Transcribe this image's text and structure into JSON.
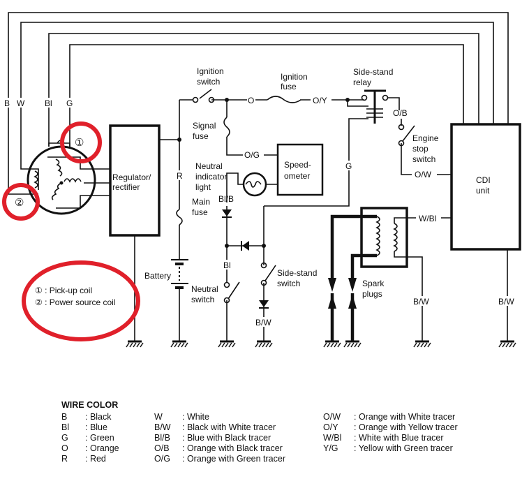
{
  "diagram": {
    "wires_top": [
      "B",
      "W",
      "Bl",
      "G"
    ],
    "labels": {
      "ignition_switch": [
        "Ignition",
        "switch"
      ],
      "ignition_fuse": [
        "Ignition",
        "fuse"
      ],
      "side_stand_relay": [
        "Side-stand",
        "relay"
      ],
      "signal_fuse": [
        "Signal",
        "fuse"
      ],
      "regulator": [
        "Regulator/",
        "rectifier"
      ],
      "neutral_indicator": [
        "Neutral",
        "indicator",
        "light"
      ],
      "speedometer": [
        "Speed-",
        "ometer"
      ],
      "engine_stop": [
        "Engine",
        "stop",
        "switch"
      ],
      "cdi": [
        "CDI",
        "unit"
      ],
      "main_fuse": [
        "Main",
        "fuse"
      ],
      "battery": "Battery",
      "neutral_switch": [
        "Neutral",
        "switch"
      ],
      "side_stand_switch": [
        "Side-stand",
        "switch"
      ],
      "spark_plugs": [
        "Spark",
        "plugs"
      ],
      "wire_O": "O",
      "wire_OY": "O/Y",
      "wire_OB": "O/B",
      "wire_OG": "O/G",
      "wire_OW": "O/W",
      "wire_R": "R",
      "wire_G": "G",
      "wire_BlB": "Bl/B",
      "wire_Bl": "Bl",
      "wire_BW": "B/W",
      "wire_WBl": "W/Bl"
    },
    "annotations": {
      "marker1": "①",
      "marker2": "②",
      "note1": "① : Pick-up coil",
      "note2": "② : Power source coil",
      "highlight_color": "#e0202a"
    }
  },
  "legend": {
    "title": "WIRE COLOR",
    "columns": [
      [
        [
          "B",
          ": Black"
        ],
        [
          "Bl",
          ": Blue"
        ],
        [
          "G",
          ": Green"
        ],
        [
          "O",
          ": Orange"
        ],
        [
          "R",
          ": Red"
        ]
      ],
      [
        [
          "W",
          ": White"
        ],
        [
          "B/W",
          ": Black with White tracer"
        ],
        [
          "Bl/B",
          ": Blue with Black tracer"
        ],
        [
          "O/B",
          ": Orange with Black tracer"
        ],
        [
          "O/G",
          ": Orange with Green tracer"
        ]
      ],
      [
        [
          "O/W",
          ": Orange with White tracer"
        ],
        [
          "O/Y",
          ": Orange with Yellow tracer"
        ],
        [
          "W/Bl",
          ": White with Blue tracer"
        ],
        [
          "Y/G",
          ": Yellow with Green tracer"
        ]
      ]
    ]
  }
}
